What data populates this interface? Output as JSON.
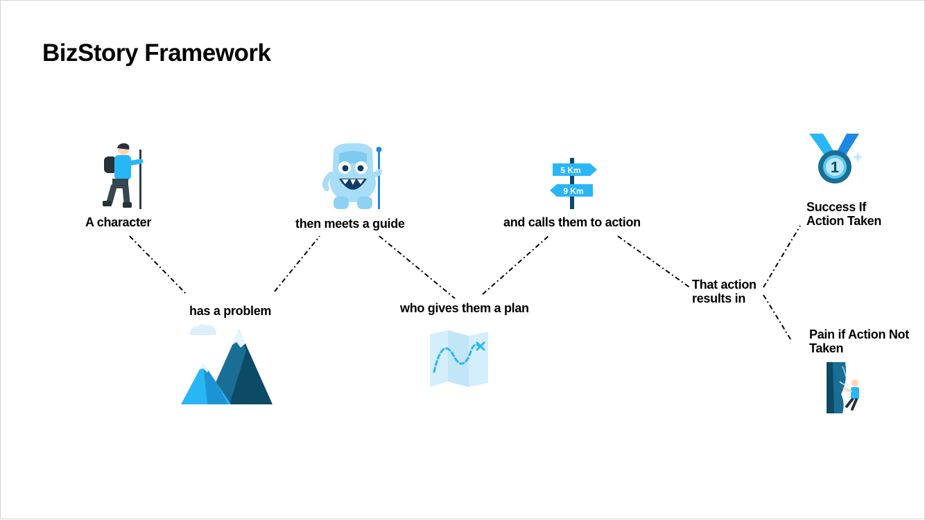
{
  "title": "BizStory Framework",
  "labels": {
    "character": "A character",
    "problem": "has a problem",
    "guide": "then meets a guide",
    "plan": "who gives them a plan",
    "action": "and calls them to action",
    "results_line1": "That action",
    "results_line2": "results in",
    "success_line1": "Success If",
    "success_line2": "Action Taken",
    "pain_line1": "Pain if Action Not",
    "pain_line2": "Taken"
  },
  "signpost": {
    "top": "5 Km",
    "bottom": "9 Km"
  },
  "medal": {
    "number": "1"
  },
  "icons": [
    "hiker-icon",
    "mountain-icon",
    "yeti-guide-icon",
    "map-icon",
    "signpost-icon",
    "medal-icon",
    "climber-icon"
  ],
  "colors": {
    "accent": "#29B6F6",
    "dark_blue": "#0D4A66",
    "mid_blue": "#1A6E94",
    "text": "#000000"
  }
}
